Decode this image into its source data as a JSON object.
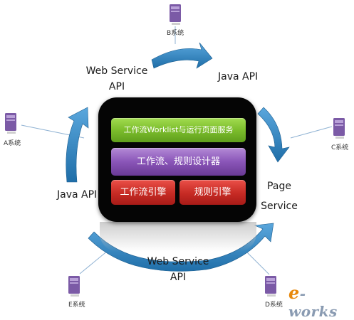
{
  "labels": {
    "web_service_api_top": [
      "Web Service",
      "API"
    ],
    "java_api_top": "Java API",
    "java_api_left": "Java API",
    "page_service": [
      "Page",
      "Service"
    ],
    "web_service_api_bottom": [
      "Web Service",
      "API"
    ]
  },
  "core": {
    "worklist_bar": "工作流Worklist与运行页面服务",
    "designer_bar": "工作流、规则设计器",
    "workflow_engine": "工作流引擎",
    "rules_engine": "规则引擎"
  },
  "systems": {
    "a": "A系统",
    "b": "B系统",
    "c": "C系统",
    "d": "D系统",
    "e": "E系统"
  },
  "logo": {
    "e": "e",
    "rest": "-works"
  },
  "colors": {
    "arrow": "#2f86c6",
    "green_bar": "#7cbd2c",
    "purple_bar": "#8a55b8",
    "red_bar": "#c62a24",
    "computer": "#7b5aa6"
  }
}
